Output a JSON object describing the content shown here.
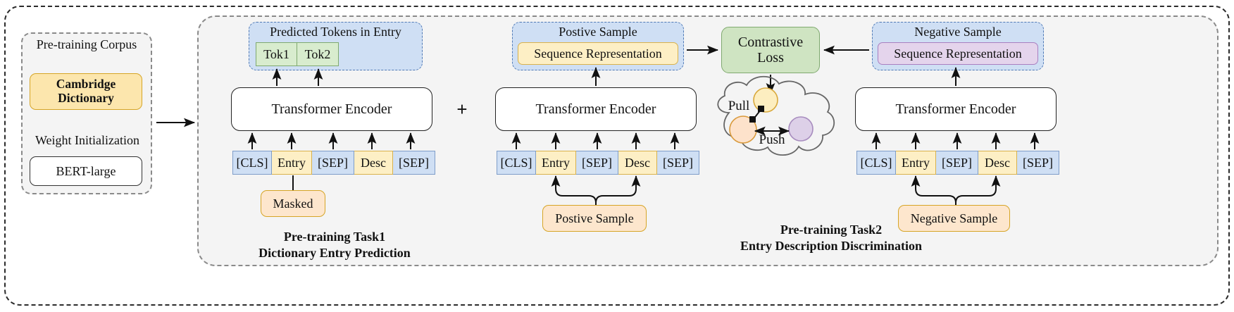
{
  "figure": {
    "left_panel": {
      "corpus_label": "Pre-training Corpus",
      "corpus_value": "Cambridge Dictionary",
      "corpus_value_line1": "Cambridge",
      "corpus_value_line2": "Dictionary",
      "weight_label": "Weight Initialization",
      "weight_value": "BERT-large"
    },
    "operator": "+",
    "task1": {
      "caption_line1": "Pre-training Task1",
      "caption_line2": "Dictionary Entry Prediction",
      "predicted_title": "Predicted Tokens in Entry",
      "predicted_tokens": [
        "Tok1",
        "Tok2"
      ],
      "encoder_label": "Transformer Encoder",
      "input_tokens": [
        "[CLS]",
        "Entry",
        "[SEP]",
        "Desc",
        "[SEP]"
      ],
      "masked_tag": "Masked"
    },
    "task2": {
      "caption_line1": "Pre-training Task2",
      "caption_line2": "Entry Description Discrimination",
      "positive": {
        "title": "Postive Sample",
        "representation": "Sequence Representation",
        "encoder_label": "Transformer Encoder",
        "input_tokens": [
          "[CLS]",
          "Entry",
          "[SEP]",
          "Desc",
          "[SEP]"
        ],
        "source_tag": "Postive Sample"
      },
      "negative": {
        "title": "Negative Sample",
        "representation": "Sequence Representation",
        "encoder_label": "Transformer Encoder",
        "input_tokens": [
          "[CLS]",
          "Entry",
          "[SEP]",
          "Desc",
          "[SEP]"
        ],
        "source_tag": "Negative Sample"
      },
      "loss": {
        "line1": "Contrastive",
        "line2": "Loss"
      },
      "embedding_space": {
        "pull_label": "Pull",
        "push_label": "Push"
      }
    },
    "colors": {
      "token_blue_fill": "#cfdff4",
      "token_blue_stroke": "#7e9dc9",
      "token_yellow_fill": "#fdefc5",
      "token_yellow_stroke": "#d9b24c",
      "green_fill": "#cfe4c2",
      "green_stroke": "#7fa96f",
      "purple_fill": "#e4d4ec",
      "purple_stroke": "#a97fc0",
      "peach_fill": "#fde6cd",
      "peach_stroke": "#d6a526",
      "panel_bg": "#f4f4f4",
      "dashed_border": "#8a8a8a"
    }
  }
}
